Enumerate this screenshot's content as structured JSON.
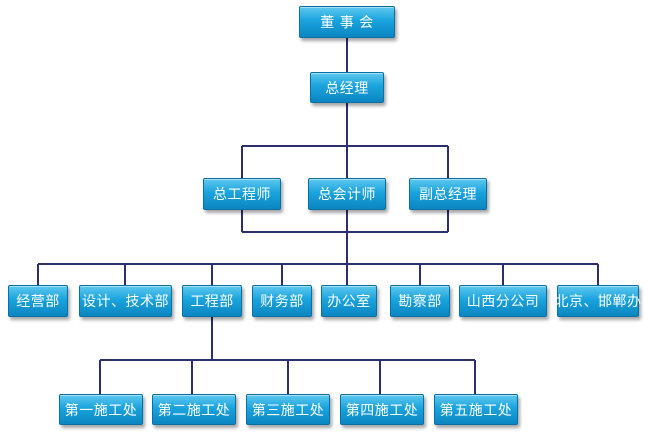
{
  "org": {
    "board": "董 事 会",
    "gm": "总经理",
    "level2": [
      "总工程师",
      "总会计师",
      "副总经理"
    ],
    "depts": [
      "经营部",
      "设计、技术部",
      "工程部",
      "财务部",
      "办公室",
      "勘察部",
      "山西分公司",
      "北京、邯郸办"
    ],
    "units": [
      "第一施工处",
      "第二施工处",
      "第三施工处",
      "第四施工处",
      "第五施工处"
    ]
  },
  "colors": {
    "box_top": "#5ec8ef",
    "box_bottom": "#0b86c2",
    "line": "#2b2f6e",
    "text": "#ffffff"
  }
}
